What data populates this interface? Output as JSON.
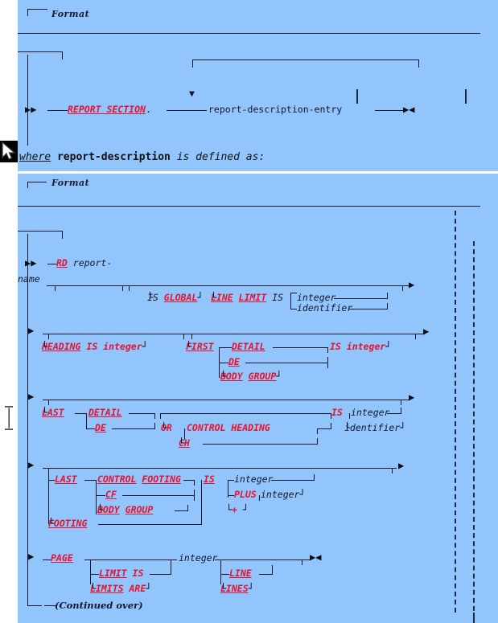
{
  "meta": {
    "background_color": "#93c5fd",
    "keyword_color": "#e8112d",
    "line_color": "#14142b",
    "gutter_black": "#000000",
    "gutter_white": "#ffffff"
  },
  "cursors": {
    "mouse_pointer": "mouse-arrow-cursor",
    "text_ibeam": "text-ibeam-cursor"
  },
  "panel_top": {
    "format_label": "Format",
    "rail": {
      "start_marker": "▶▶",
      "end_marker": "▶◀",
      "repeat_marker": "▼"
    },
    "tokens": {
      "report_section": "REPORT SECTION",
      "period": ".",
      "entry": "report-description-entry"
    }
  },
  "where_line": {
    "where": "where",
    "term": "report-description",
    "tail": "is defined as:"
  },
  "panel_bottom": {
    "format_label": "Format",
    "continued": "(Continued over)",
    "rows": [
      {
        "id": "rd-clause",
        "start_marker": "▶▶",
        "tokens": [
          "RD",
          "report-",
          "name"
        ],
        "options": [
          "IS GLOBAL",
          "LINE LIMIT IS",
          "integer",
          "identifier"
        ]
      },
      {
        "id": "heading-first-clause",
        "start_marker": "▶",
        "end_marker": "▶",
        "tokens": [
          "HEADING IS integer",
          "FIRST",
          "DETAIL",
          "DE",
          "BODY GROUP",
          "IS integer"
        ]
      },
      {
        "id": "last-detail-clause",
        "start_marker": "▶",
        "end_marker": "▶",
        "tokens": [
          "LAST",
          "DETAIL",
          "DE",
          "OR",
          "CONTROL HEADING",
          "CH",
          "IS",
          "integer",
          "identifier"
        ]
      },
      {
        "id": "last-control-footing-clause",
        "start_marker": "▶",
        "end_marker": "▶",
        "tokens": [
          "LAST",
          "CONTROL FOOTING",
          "CF",
          "BODY GROUP",
          "FOOTING",
          "IS",
          "integer",
          "PLUS",
          "integer",
          "+"
        ]
      },
      {
        "id": "page-clause",
        "start_marker": "▶",
        "end_marker": "▶◀",
        "tokens": [
          "PAGE",
          "LIMIT IS",
          "LIMITS ARE",
          "integer",
          "LINE",
          "LINES"
        ]
      }
    ]
  },
  "text": {
    "format": "Format",
    "report_section": "REPORT SECTION",
    "period": ".",
    "rde": "report-description-entry",
    "rd": "RD",
    "report_dash": " report-",
    "name": "name",
    "is": "IS ",
    "global": "GLOBAL",
    "line": "LINE",
    "limit": "LIMIT",
    "is2": " IS",
    "integer": "integer",
    "identifier": "identifier",
    "heading": "HEADING",
    "heading_tail": " IS integer",
    "first": "FIRST",
    "detail": "DETAIL",
    "de": "DE",
    "body": "BODY",
    "group": "GROUP",
    "is_integer": "IS integer",
    "last": "LAST",
    "or": "OR",
    "control_heading": "CONTROL HEADING",
    "ch": "CH",
    "is_plain": "IS",
    "control": "CONTROL",
    "footing": "FOOTING",
    "cf": "CF",
    "footing2": "FOOTING",
    "plus": "PLUS",
    "plus_sign": "+",
    "page": "PAGE",
    "limit2": "LIMIT",
    "is_limit": " IS",
    "limits": "LIMITS",
    "are": " ARE",
    "line2": "LINE",
    "lines": "LINES",
    "continued": "(Continued over)"
  }
}
